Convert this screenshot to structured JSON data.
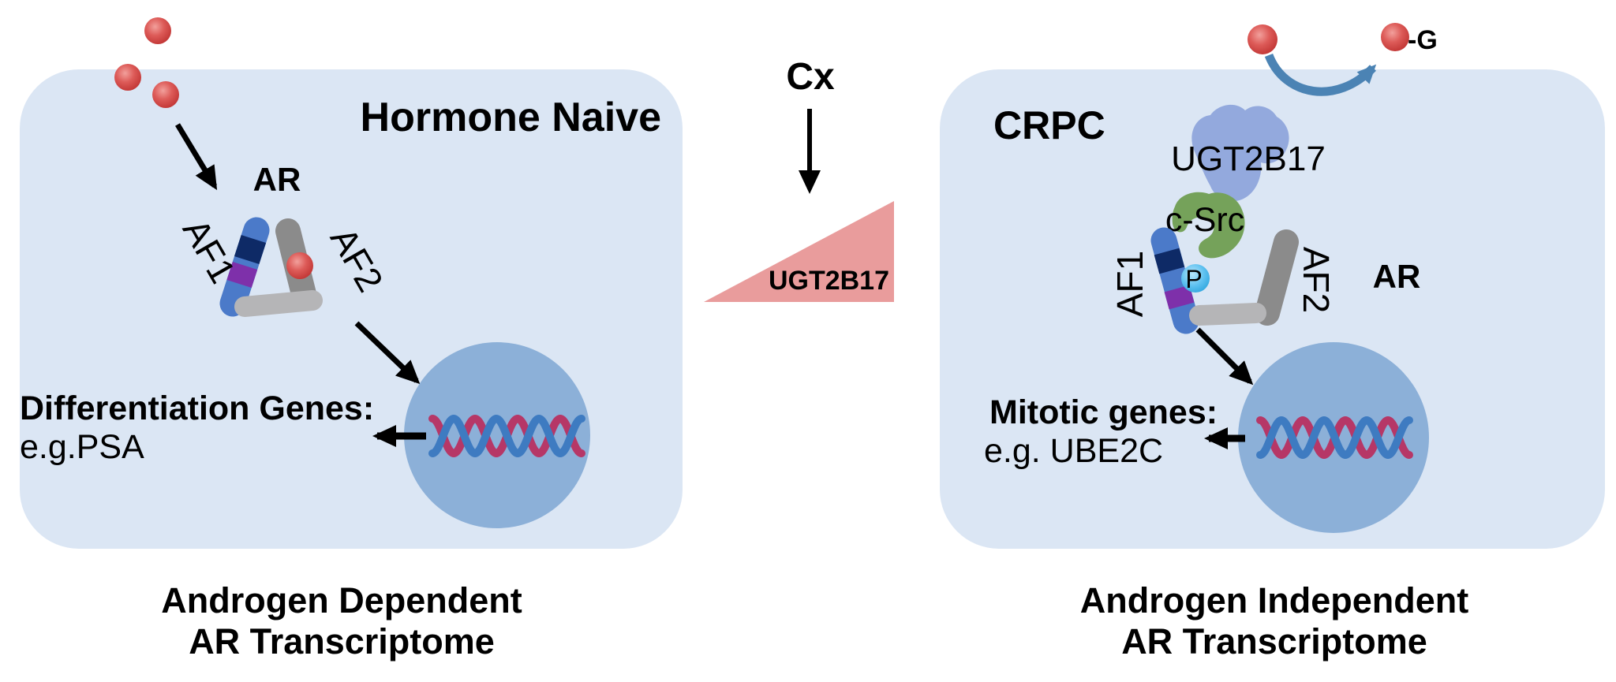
{
  "figure": {
    "description": "Mechanism diagram: androgen-dependent AR signaling in hormone naive prostate cancer versus androgen-independent AR signaling in CRPC driven by UGT2B17 and c-Src"
  },
  "colors": {
    "cell": "#dbe6f4",
    "nucleus": "#8cb0d8",
    "dna_blue": "#3e7bc1",
    "dna_red": "#b63767",
    "androgen_red": "#d95753",
    "triangle": "#e99c9c",
    "ugt_blob": "#93a9dd",
    "csrc": "#75a25a",
    "af1_rod": "#4b7ac9",
    "nls": "#0e2a66",
    "hinge": "#7e30aa",
    "af2_rod": "#8b8b8b",
    "dbd_bar": "#b5b5b7",
    "phospho": "#59c4f2",
    "glucuronide_arrow": "#4b83b4"
  },
  "left": {
    "title": "Hormone Naive",
    "ar": "AR",
    "af1": "AF1",
    "af2": "AF2",
    "genes1": "Differentiation Genes:",
    "genes2": "e.g.PSA",
    "cap1": "Androgen Dependent",
    "cap2": "AR Transcriptome"
  },
  "mid": {
    "cx": "Cx",
    "ugt": "UGT2B17"
  },
  "right": {
    "title": "CRPC",
    "g_tag": "-G",
    "ugt": "UGT2B17",
    "csrc": "c-Src",
    "p": "P",
    "af1": "AF1",
    "af2": "AF2",
    "ar": "AR",
    "genes1": "Mitotic genes:",
    "genes2": "e.g. UBE2C",
    "cap1": "Androgen Independent",
    "cap2": "AR Transcriptome"
  }
}
